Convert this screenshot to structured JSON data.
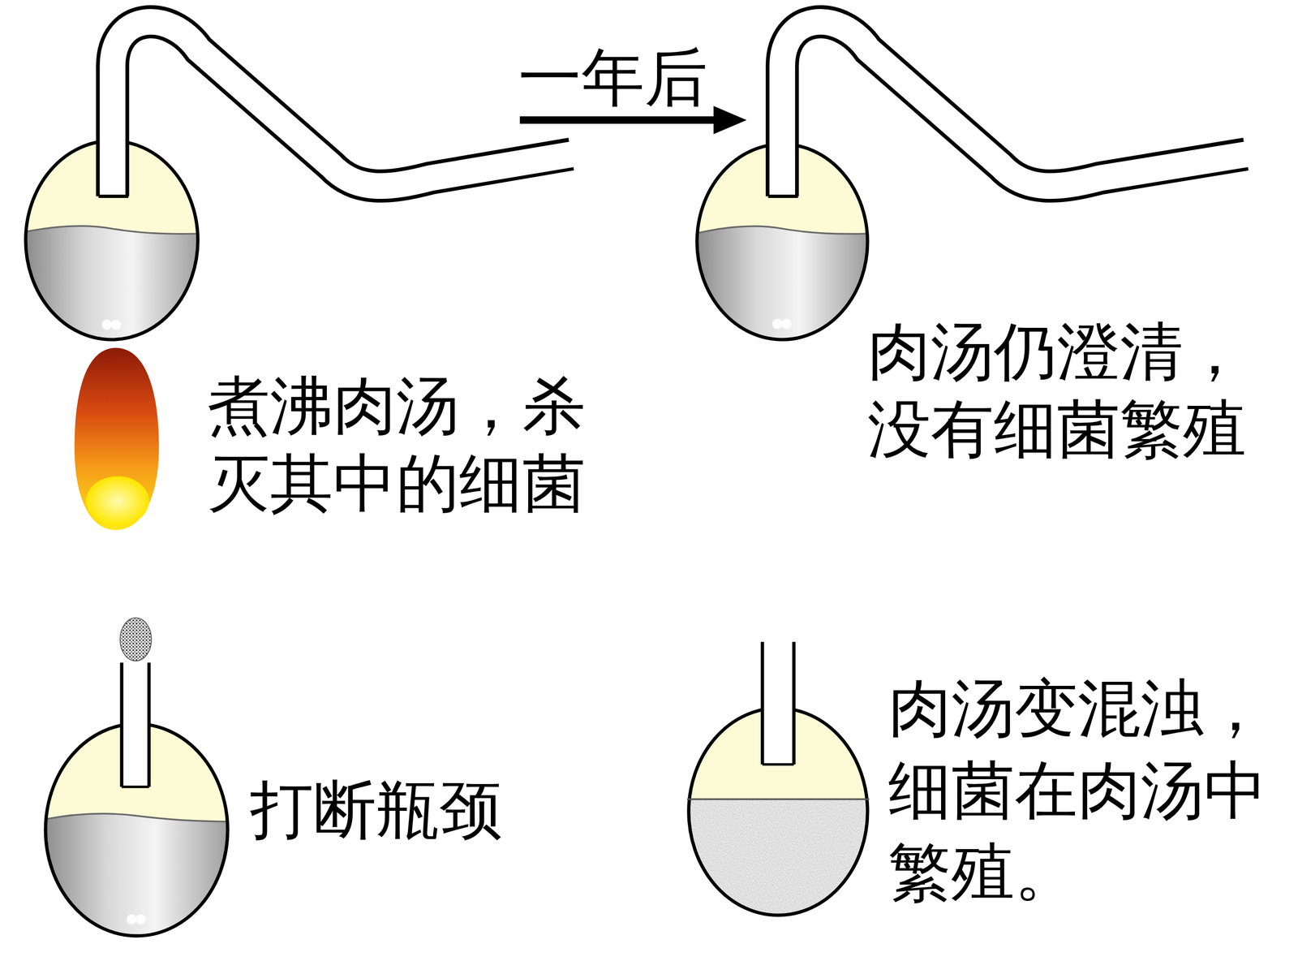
{
  "diagram": {
    "labels": [
      "一年后",
      "煮沸肉汤，杀灭其中的细菌",
      "肉汤仍澄清，没有细菌繁殖",
      "打断瓶颈",
      "肉汤变混浊，细菌在肉汤中繁殖。"
    ]
  }
}
